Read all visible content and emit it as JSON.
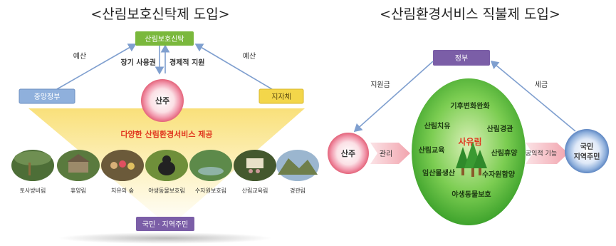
{
  "left": {
    "title": "<산림보호신탁제 도입>",
    "trust_box": "산림보호신탁",
    "budget_left": "예산",
    "budget_right": "예산",
    "long_term_right": "장기 사용권",
    "economic_support": "경제적 지원",
    "central_gov": "중앙정부",
    "local_gov": "지자체",
    "owner": "산주",
    "services_banner": "다양한 산림환경서비스 제공",
    "forests": [
      "토사방비림",
      "휴양림",
      "치유의 숲",
      "야생동물보호림",
      "수자원보호림",
      "산림교육림",
      "경관림"
    ],
    "citizens": "국민 · 지역주민"
  },
  "right": {
    "title": "<산림환경서비스 직불제 도입>",
    "gov": "정부",
    "subsidy": "지원금",
    "tax": "세금",
    "owner": "산주",
    "manage": "관리",
    "public_function": "공익적 기능",
    "citizens_line1": "국민",
    "citizens_line2": "지역주민",
    "center": "사유림",
    "services": [
      "기후변화완화",
      "산림치유",
      "산림경관",
      "산림교육",
      "산림휴양",
      "임산물생산",
      "수자원함양",
      "야생동물보호"
    ]
  },
  "colors": {
    "green_box": "#7ab83c",
    "blue_box": "#8fb0dc",
    "yellow_box": "#f3d64a",
    "purple_box": "#7b5ea7",
    "pink_circle": "#e4637a",
    "green_oval": "#4cb83a",
    "banner_text": "#e0341e"
  }
}
